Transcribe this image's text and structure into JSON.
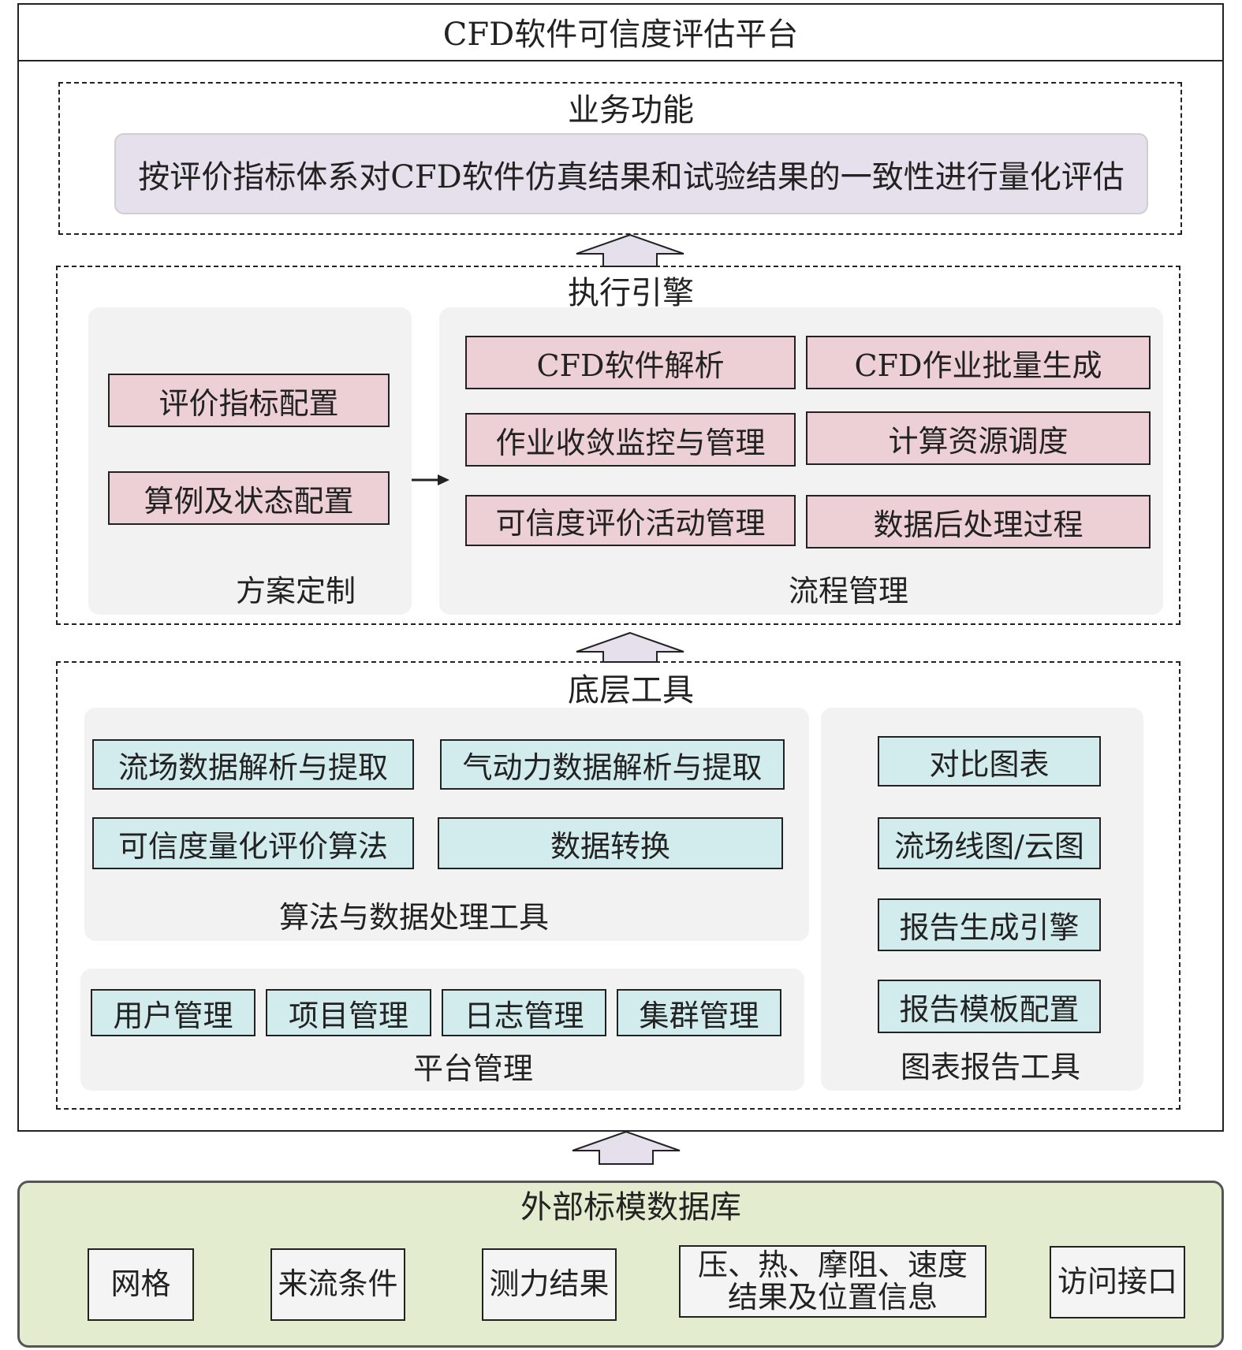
{
  "platform": {
    "title": "CFD软件可信度评估平台"
  },
  "business": {
    "title": "业务功能",
    "description": "按评价指标体系对CFD软件仿真结果和试验结果的一致性进行量化评估"
  },
  "engine": {
    "title": "执行引擎",
    "scheme": {
      "label": "方案定制",
      "items": [
        "评价指标配置",
        "算例及状态配置"
      ]
    },
    "process": {
      "label": "流程管理",
      "items": [
        "CFD软件解析",
        "CFD作业批量生成",
        "作业收敛监控与管理",
        "计算资源调度",
        "可信度评价活动管理",
        "数据后处理过程"
      ]
    }
  },
  "tools": {
    "title": "底层工具",
    "algo": {
      "label": "算法与数据处理工具",
      "items": [
        "流场数据解析与提取",
        "气动力数据解析与提取",
        "可信度量化评价算法",
        "数据转换"
      ]
    },
    "platform_mgmt": {
      "label": "平台管理",
      "items": [
        "用户管理",
        "项目管理",
        "日志管理",
        "集群管理"
      ]
    },
    "report": {
      "label": "图表报告工具",
      "items": [
        "对比图表",
        "流场线图/云图",
        "报告生成引擎",
        "报告模板配置"
      ]
    }
  },
  "database": {
    "title": "外部标模数据库",
    "items": [
      "网格",
      "来流条件",
      "测力结果",
      "压、热、摩阻、速度",
      "结果及位置信息",
      "访问接口"
    ]
  },
  "colors": {
    "pink": "#ecd0d6",
    "cyan": "#d2ebed",
    "purple": "#e6e0ec",
    "green": "#e3eccf",
    "panel": "#f2f2f2"
  }
}
